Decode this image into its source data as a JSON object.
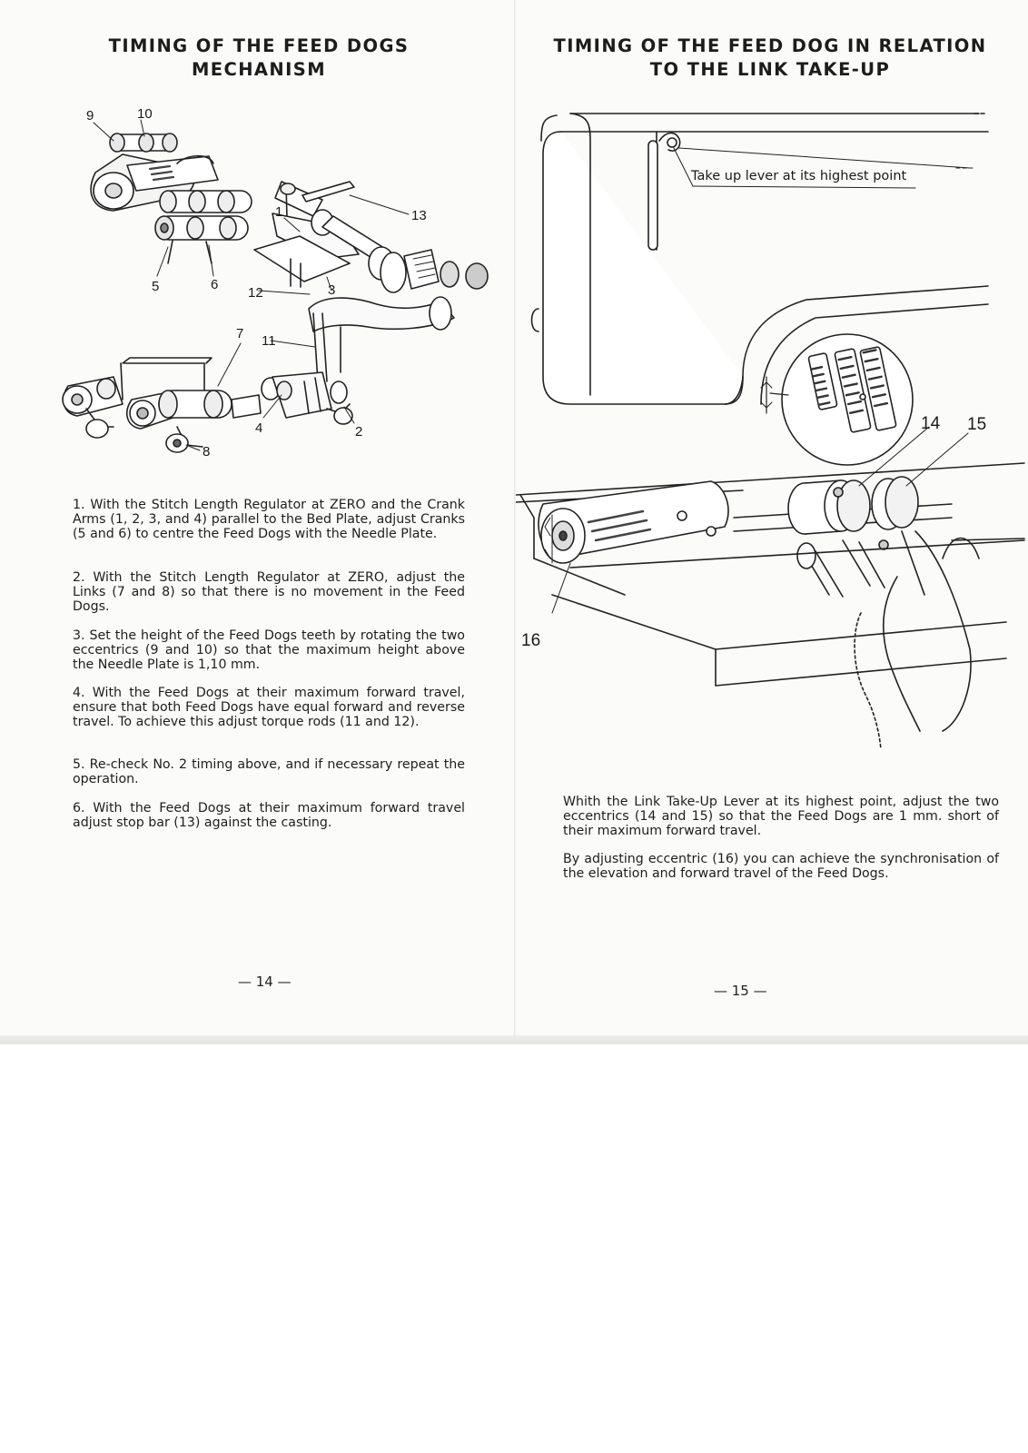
{
  "left_page": {
    "heading": "TIMING OF THE FEED DOGS\nMECHANISM",
    "figure": {
      "callouts": [
        "9",
        "10",
        "5",
        "6",
        "1",
        "13",
        "12",
        "3",
        "7",
        "11",
        "4",
        "2",
        "8"
      ]
    },
    "instructions": [
      "1. With the Stitch Length Regulator at ZERO and the Crank Arms (1, 2, 3, and 4) parallel to the Bed Plate, adjust Cranks (5 and 6) to centre the Feed Dogs with the Needle Plate.",
      "2. With the Stitch Length Regulator at ZERO, adjust the Links (7 and 8) so that there is no movement in the Feed Dogs.",
      "3. Set the height of the Feed Dogs teeth by rotating the two eccentrics (9 and 10) so that the maximum height above the Needle Plate is 1,10 mm.",
      "4. With the Feed Dogs at their maximum forward travel, ensure that both Feed Dogs have equal forward and reverse travel. To achieve this adjust torque rods (11 and 12).",
      "5. Re-check No. 2 timing above, and if necessary repeat the operation.",
      "6. With the Feed Dogs at their maximum forward travel adjust stop bar (13) against the casting."
    ],
    "page_number": "— 14 —"
  },
  "right_page": {
    "heading": "TIMING OF THE FEED DOG IN RELATION\nTO THE LINK TAKE-UP",
    "figure": {
      "annotation": "Take up lever at its highest point",
      "callouts": [
        "14",
        "15",
        "16"
      ]
    },
    "instructions": [
      "Whith the Link Take-Up Lever at its highest point, adjust the two eccentrics (14 and 15) so that the Feed Dogs are 1 mm. short of their maximum forward travel.",
      "By adjusting eccentric (16) you can achieve the synchronisation of the elevation and forward travel of the Feed Dogs."
    ],
    "page_number": "— 15 —"
  }
}
